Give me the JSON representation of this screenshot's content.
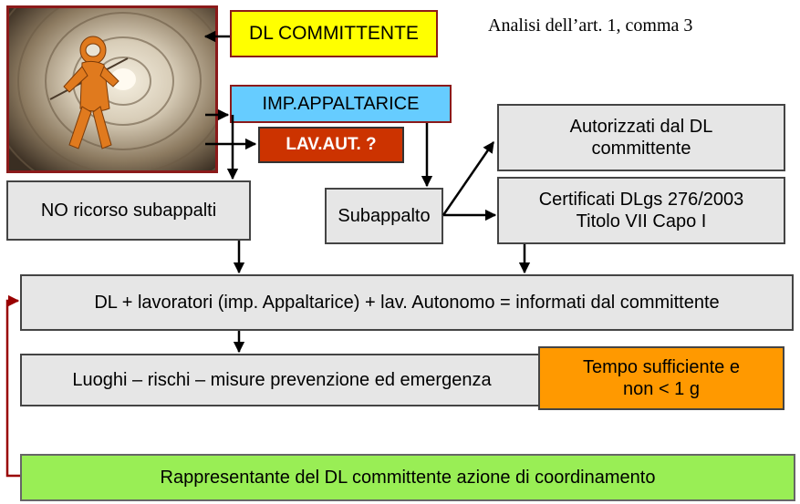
{
  "title": "Analisi dell’art. 1, comma 3",
  "boxes": {
    "dl_committente": "DL COMMITTENTE",
    "imp_appaltarice": "IMP.APPALTARICE",
    "lav_aut": "LAV.AUT. ?",
    "no_ricorso": "NO ricorso subappalti",
    "subappalto": "Subappalto",
    "autorizzati": "Autorizzati dal DL committente",
    "certificati_line1": "Certificati DLgs 276/2003",
    "certificati_line2": "Titolo VII Capo I",
    "informati": "DL + lavoratori (imp. Appaltarice) + lav. Autonomo = informati dal committente",
    "luoghi": "Luoghi – rischi – misure prevenzione ed emergenza",
    "tempo_line1": "Tempo sufficiente e",
    "tempo_line2": "non < 1 g",
    "rappresentante": "Rappresentante del DL committente azione di coordinamento"
  },
  "colors": {
    "dl_committente": "#ffff00",
    "imp_appaltarice": "#66ccff",
    "lav_aut": "#cc3300",
    "tempo": "#ff9900",
    "rappresentante": "#99ee55",
    "gray_box": "#e6e6e6",
    "feedback_line": "#990000",
    "photo_border": "#8b1a1a"
  },
  "photo": {
    "icon": "worker-in-protective-suit-in-tunnel-photo"
  }
}
